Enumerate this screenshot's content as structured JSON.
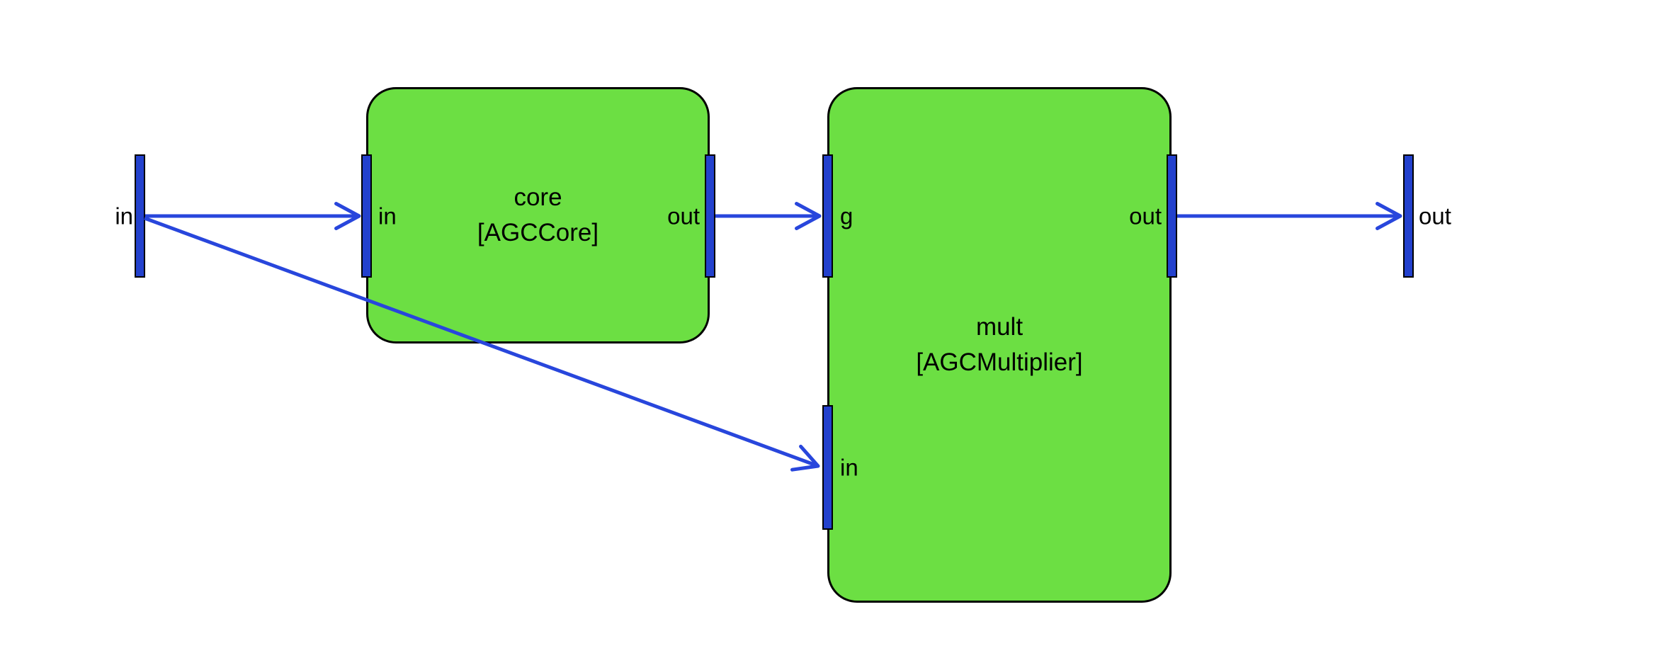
{
  "colors": {
    "background": "#ffffff",
    "block_fill": "#6cdf43",
    "block_border": "#000000",
    "port_fill": "#2341cd",
    "wire": "#2846dc",
    "text": "#000000"
  },
  "external_ports": [
    {
      "label": "in",
      "direction": "input"
    },
    {
      "label": "out",
      "direction": "output"
    }
  ],
  "blocks": [
    {
      "name": "core",
      "type": "[AGCCore]",
      "ports": [
        {
          "label": "in",
          "side": "left"
        },
        {
          "label": "out",
          "side": "right"
        }
      ]
    },
    {
      "name": "mult",
      "type": "[AGCMultiplier]",
      "ports": [
        {
          "label": "g",
          "side": "left"
        },
        {
          "label": "in",
          "side": "left"
        },
        {
          "label": "out",
          "side": "right"
        }
      ]
    }
  ],
  "connections": [
    {
      "from": "in",
      "to": "core.in"
    },
    {
      "from": "in",
      "to": "mult.in"
    },
    {
      "from": "core.out",
      "to": "mult.g"
    },
    {
      "from": "mult.out",
      "to": "out"
    }
  ]
}
